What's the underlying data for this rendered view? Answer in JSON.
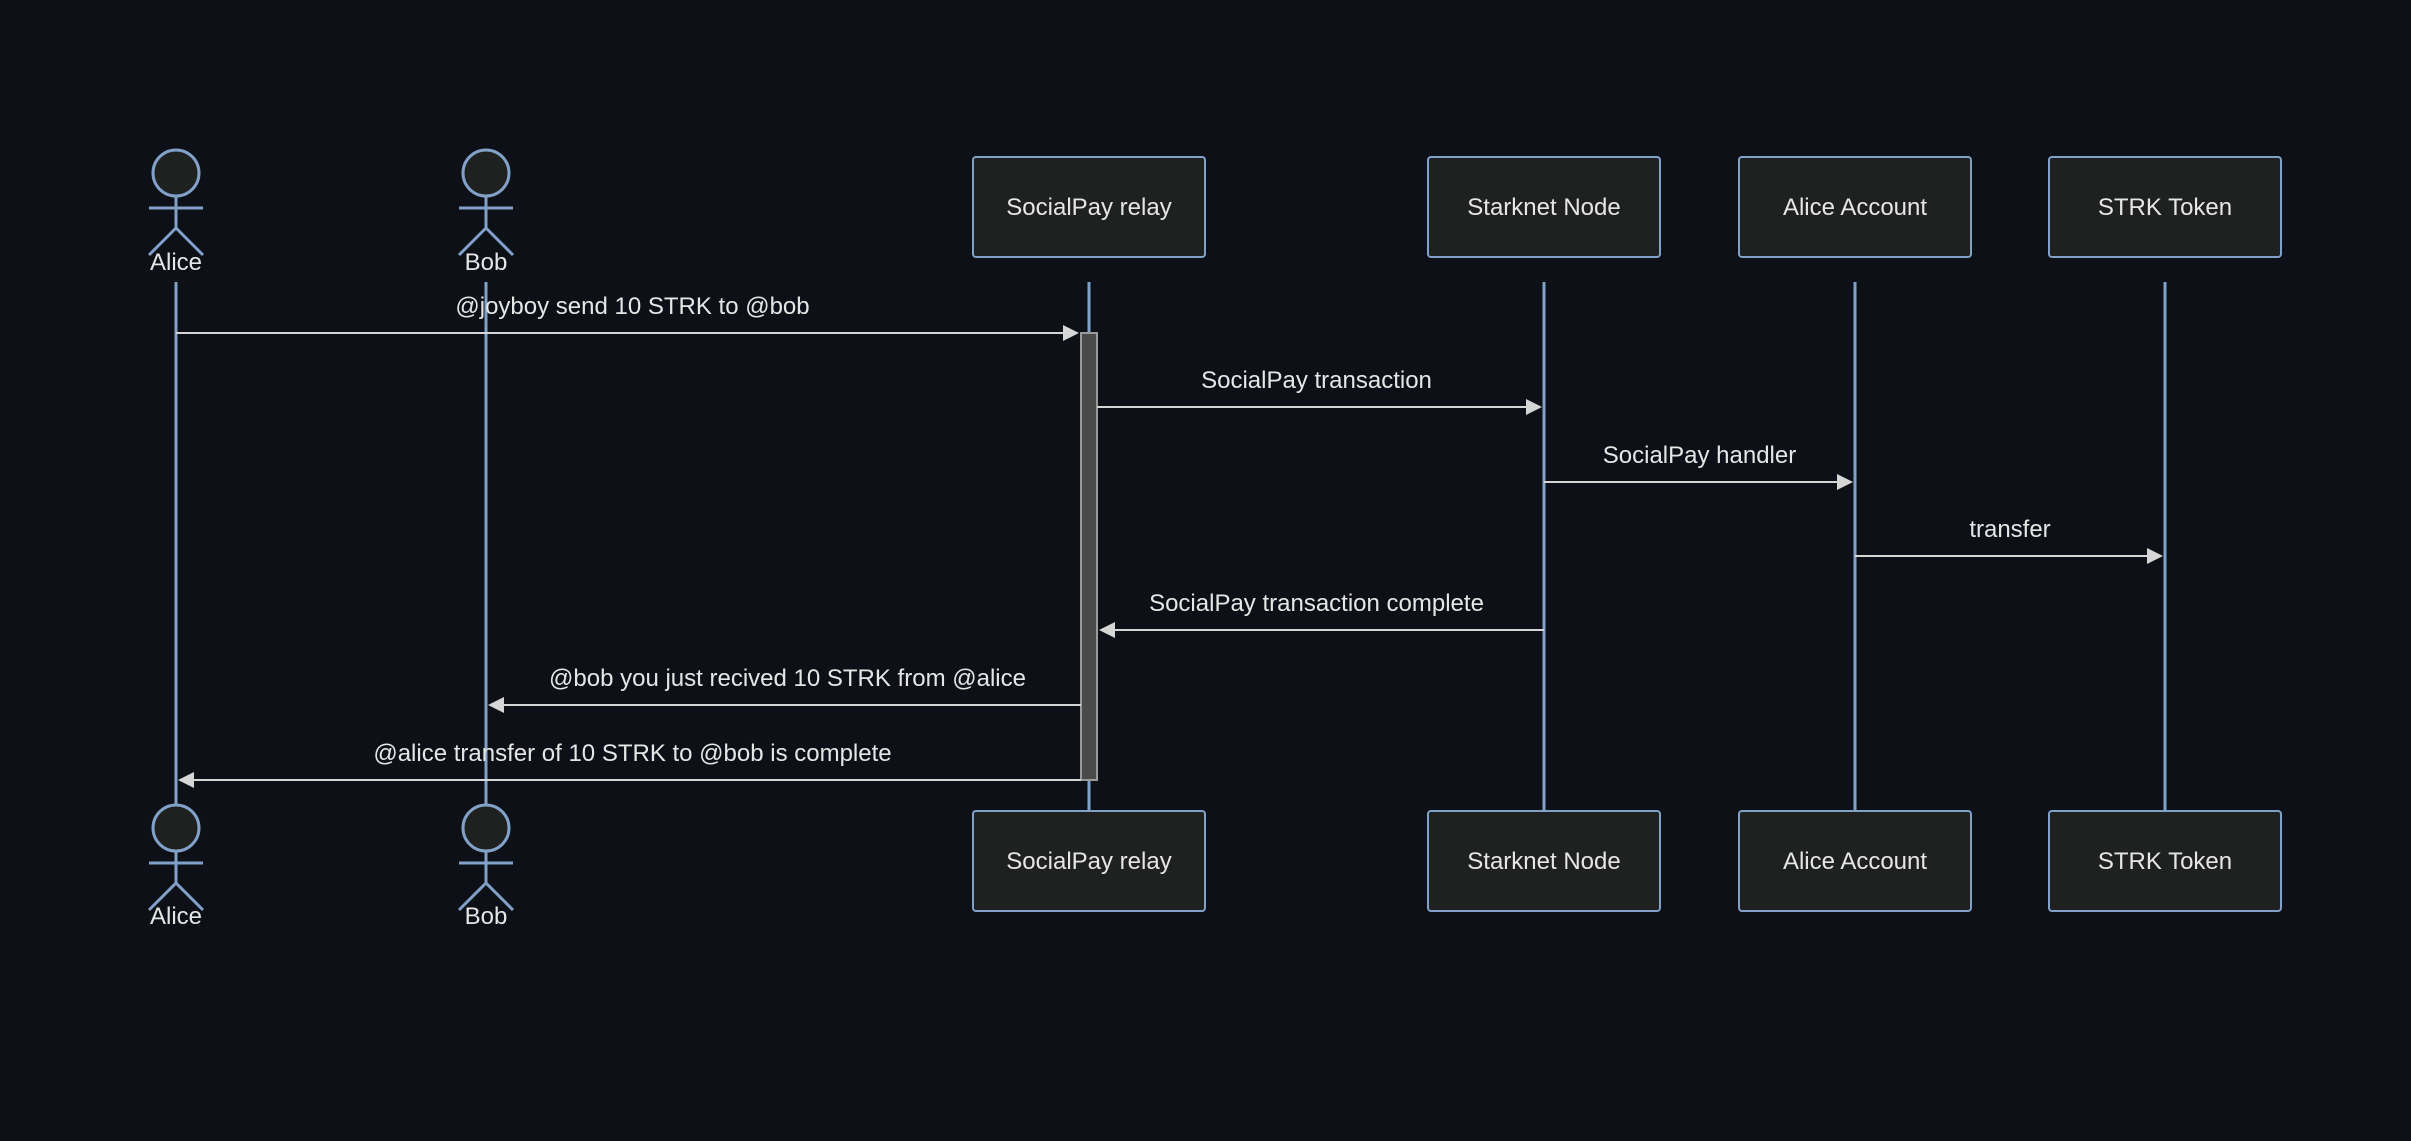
{
  "participants": [
    {
      "id": "alice",
      "label": "Alice",
      "kind": "actor"
    },
    {
      "id": "bob",
      "label": "Bob",
      "kind": "actor"
    },
    {
      "id": "relay",
      "label": "SocialPay relay",
      "kind": "box"
    },
    {
      "id": "node",
      "label": "Starknet Node",
      "kind": "box"
    },
    {
      "id": "account",
      "label": "Alice Account",
      "kind": "box"
    },
    {
      "id": "token",
      "label": "STRK Token",
      "kind": "box"
    }
  ],
  "messages": [
    {
      "from": "alice",
      "to": "relay",
      "text": "@joyboy send 10 STRK to @bob"
    },
    {
      "from": "relay",
      "to": "node",
      "text": "SocialPay transaction"
    },
    {
      "from": "node",
      "to": "account",
      "text": "SocialPay handler"
    },
    {
      "from": "account",
      "to": "token",
      "text": "transfer"
    },
    {
      "from": "node",
      "to": "relay",
      "text": "SocialPay transaction complete"
    },
    {
      "from": "relay",
      "to": "bob",
      "text": "@bob you just recived 10 STRK from @alice"
    },
    {
      "from": "relay",
      "to": "alice",
      "text": "@alice transfer of 10 STRK to @bob is complete"
    }
  ],
  "activation": {
    "participant": "relay",
    "from_message": 0,
    "to_message": 6
  },
  "colors": {
    "background": "#0d1117",
    "line": "#81a1c9",
    "box_fill": "#1f2020",
    "text": "#e6e6e6",
    "arrow": "#d6d6d6"
  }
}
